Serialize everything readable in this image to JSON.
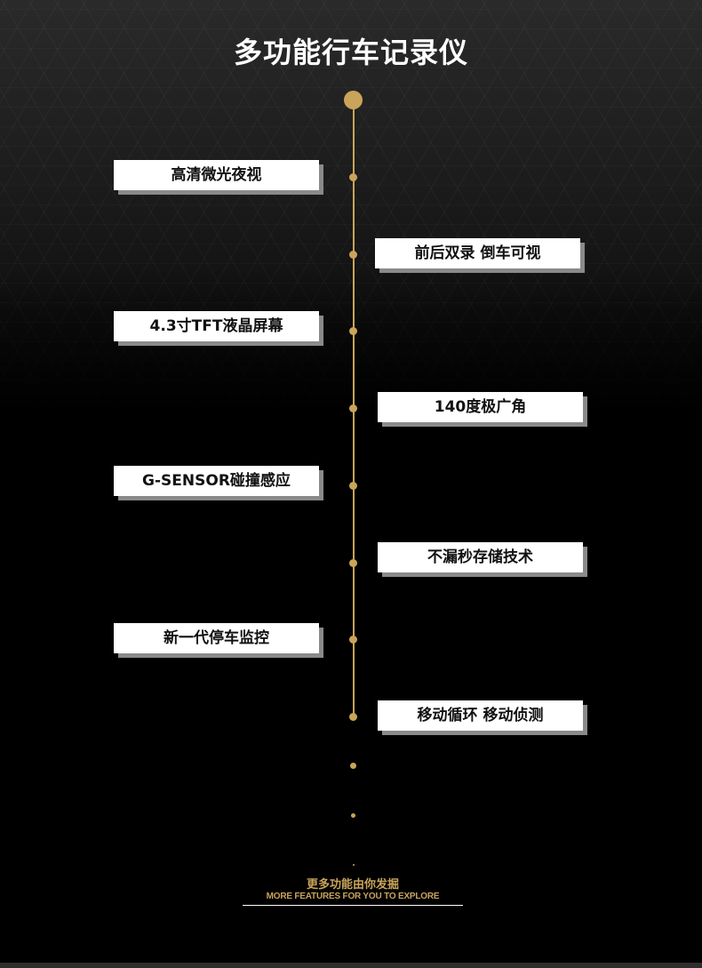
{
  "title": "多功能行车记录仪",
  "features": [
    {
      "label": "高清微光夜视",
      "side": "left"
    },
    {
      "label": "前后双录 倒车可视",
      "side": "right"
    },
    {
      "label": "4.3寸TFT液晶屏幕",
      "side": "left"
    },
    {
      "label": "140度极广角",
      "side": "right"
    },
    {
      "label": "G-SENSOR碰撞感应",
      "side": "left"
    },
    {
      "label": "不漏秒存储技术",
      "side": "right"
    },
    {
      "label": "新一代停车监控",
      "side": "left"
    },
    {
      "label": "移动循环 移动侦测",
      "side": "right"
    }
  ],
  "footer": {
    "cn": "更多功能由你发掘",
    "en": "MORE FEATURES FOR YOU TO EXPLORE"
  },
  "colors": {
    "accent": "#c9a45a",
    "card_bg": "#ffffff",
    "card_shadow": "#8a8a8a",
    "background": "#000000"
  }
}
